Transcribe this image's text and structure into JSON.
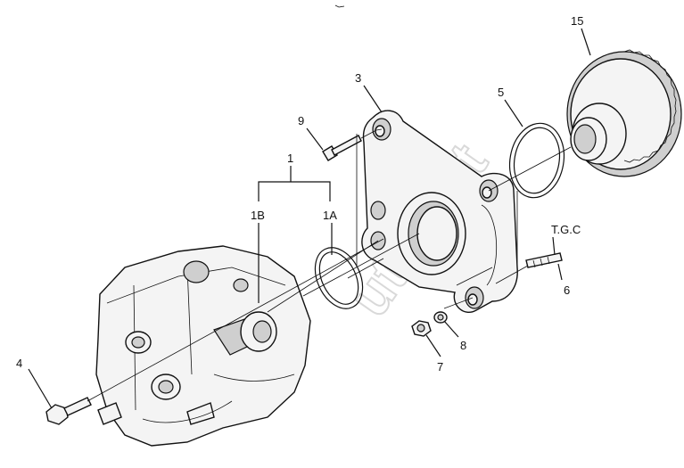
{
  "labels": {
    "l1": "1",
    "l1a": "1A",
    "l1b": "1B",
    "l3": "3",
    "l4": "4",
    "l5": "5",
    "l6": "6",
    "l7": "7",
    "l8": "8",
    "l9": "9",
    "l15": "15",
    "tgc": "T.G.C"
  },
  "watermark": "utosoft",
  "colors": {
    "line": "#111111",
    "part_fill": "#f4f4f4",
    "shade": "#cfcfcf"
  }
}
